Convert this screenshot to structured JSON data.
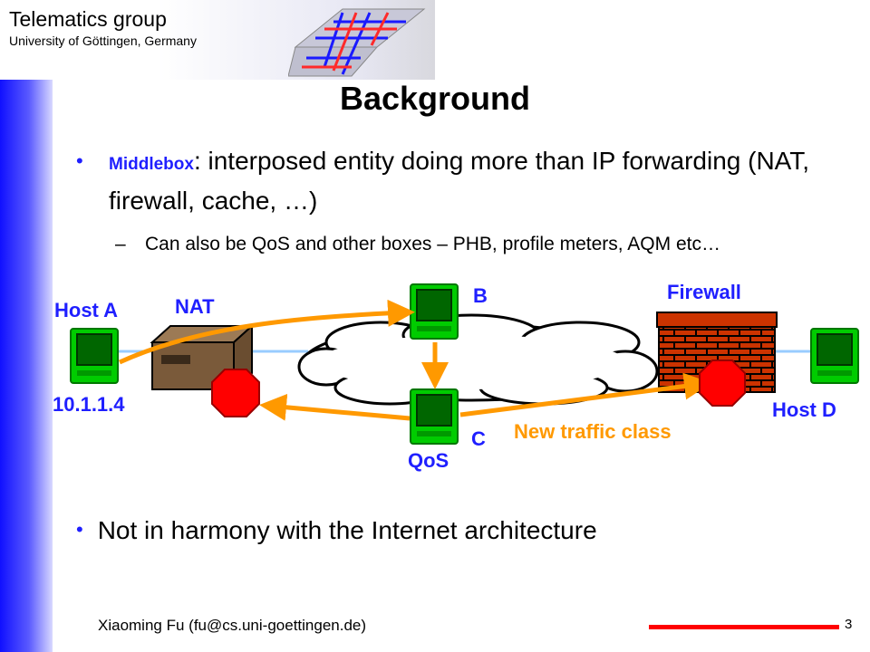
{
  "header": {
    "group": "Telematics group",
    "university": "University of Göttingen, Germany"
  },
  "title": "Background",
  "bullets": {
    "main_keyword": "Middlebox",
    "main_text": ": interposed entity doing more than IP forwarding (NAT, firewall, cache, …)",
    "sub_dash": "–",
    "sub_text": "Can also be QoS and other boxes – PHB, profile meters, AQM etc…",
    "second": "Not in harmony with the Internet architecture"
  },
  "diagram": {
    "host_a": "Host A",
    "nat": "NAT",
    "b": "B",
    "firewall": "Firewall",
    "ip": "10.1.1.4",
    "host_d": "Host D",
    "c": "C",
    "qos": "QoS",
    "new_traffic": "New traffic class"
  },
  "footer": {
    "author": "Xiaoming Fu (fu@cs.uni-goettingen.de)",
    "page": "3"
  },
  "colors": {
    "accent_blue": "#1f1fff",
    "orange": "#ff9900",
    "terminal_green": "#00cc00",
    "stop_red": "#ff0000",
    "brick": "#cc3300"
  }
}
